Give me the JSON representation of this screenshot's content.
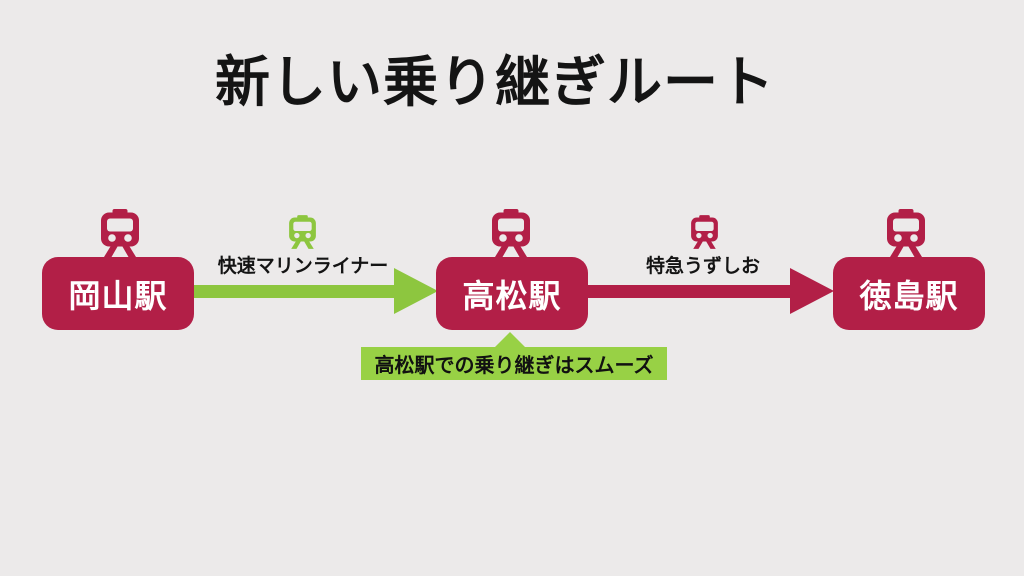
{
  "title": "新しい乗り継ぎルート",
  "colors": {
    "crimson": "#b21f47",
    "green": "#8dc63f",
    "callout_green": "#98d145",
    "background": "#eceaea",
    "text_dark": "#141414"
  },
  "diagram": {
    "stations": [
      {
        "name": "岡山駅"
      },
      {
        "name": "高松駅"
      },
      {
        "name": "徳島駅"
      }
    ],
    "legs": [
      {
        "train_name": "快速マリンライナー",
        "color": "#8dc63f",
        "from": "岡山駅",
        "to": "高松駅"
      },
      {
        "train_name": "特急うずしお",
        "color": "#b21f47",
        "from": "高松駅",
        "to": "徳島駅"
      }
    ],
    "callout": {
      "text": "高松駅での乗り継ぎはスムーズ"
    },
    "icons": [
      {
        "name": "train-icon",
        "color": "#b21f47",
        "location": "above 岡山駅"
      },
      {
        "name": "train-icon",
        "color": "#8dc63f",
        "location": "above 快速マリンライナー"
      },
      {
        "name": "train-icon",
        "color": "#b21f47",
        "location": "above 高松駅"
      },
      {
        "name": "train-icon",
        "color": "#b21f47",
        "location": "above 特急うずしお"
      },
      {
        "name": "train-icon",
        "color": "#b21f47",
        "location": "above 徳島駅"
      }
    ]
  }
}
